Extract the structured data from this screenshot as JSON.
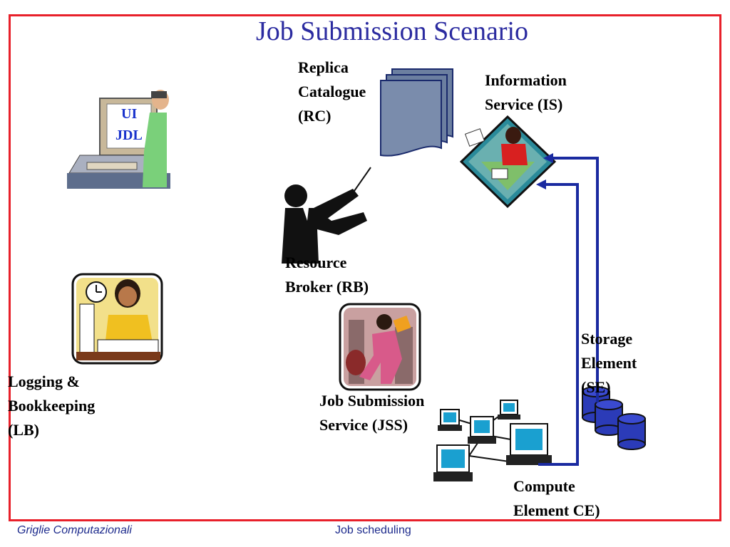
{
  "slide": {
    "title": "Job Submission Scenario"
  },
  "nodes": {
    "ui": {
      "line1": "UI",
      "line2": "JDL"
    },
    "rc": {
      "line1": "Replica",
      "line2": "Catalogue",
      "line3": "(RC)"
    },
    "is": {
      "line1": "Information",
      "line2": "Service (IS)"
    },
    "rb": {
      "line1": "Resource",
      "line2": "Broker (RB)"
    },
    "lb": {
      "line1": "Logging &",
      "line2": "Bookkeeping",
      "line3": "(LB)"
    },
    "jss": {
      "line1": "Job Submission",
      "line2": "Service (JSS)"
    },
    "se": {
      "line1": "Storage",
      "line2": "Element",
      "line3": "(SE)"
    },
    "ce": {
      "line1": "Compute",
      "line2": "Element CE)"
    }
  },
  "footer": {
    "left": "Griglie Computazionali",
    "center": "Job scheduling"
  },
  "colors": {
    "frame": "#e8202a",
    "title": "#2b2ba0",
    "arrow": "#1a2aa0",
    "footer": "#1c2a8c"
  }
}
